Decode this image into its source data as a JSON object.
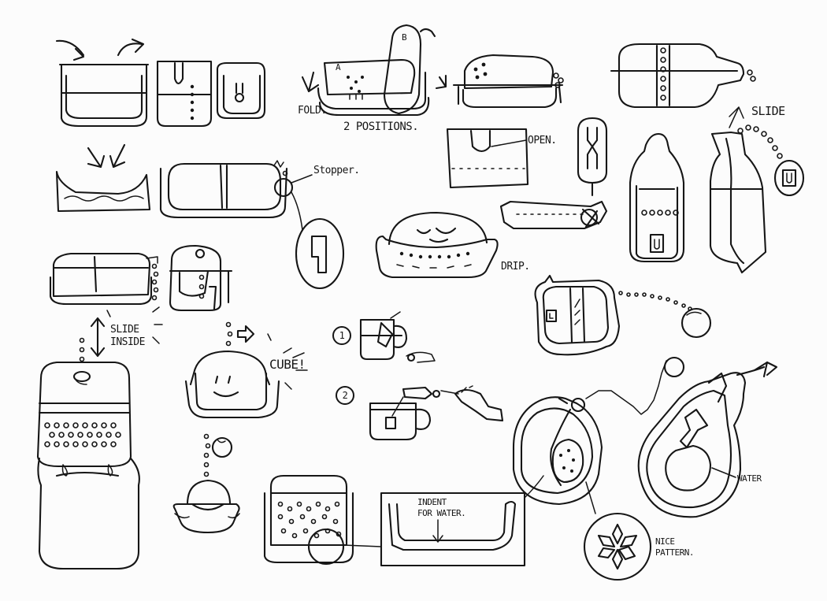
{
  "labels": {
    "fold": "FOLD.",
    "positions": "2 POSITIONS.",
    "pos_a": "A",
    "pos_b": "B",
    "open": "OPEN.",
    "stopper": "Stopper.",
    "slide_top": "SLIDE",
    "drip": "DRIP.",
    "slide_inside_1": "SLIDE",
    "slide_inside_2": "INSIDE",
    "cube": "CUBE!",
    "step_1": "1",
    "step_2": "2",
    "indent_1": "INDENT",
    "indent_2": "FOR WATER.",
    "water": "WATER",
    "nice_1": "NICE",
    "nice_2": "PATTERN."
  }
}
